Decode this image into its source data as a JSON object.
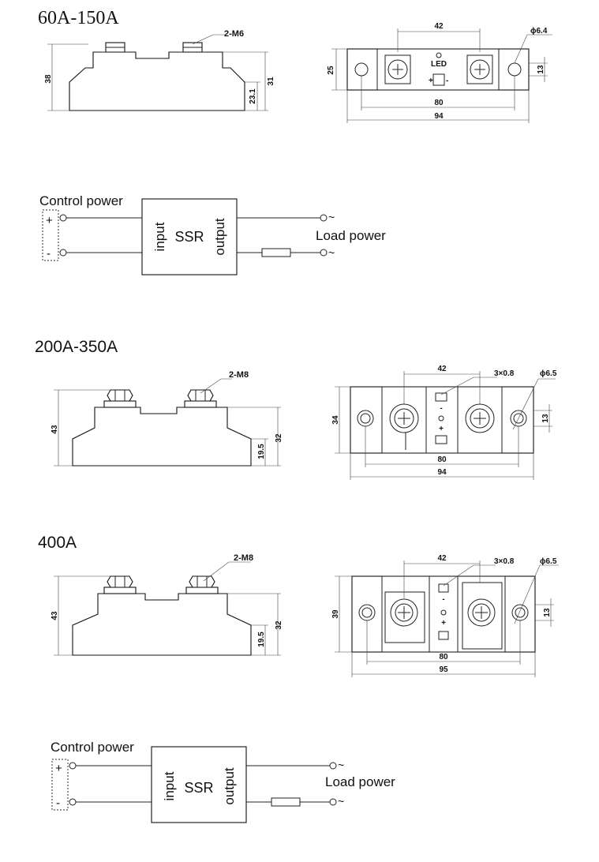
{
  "sections": [
    {
      "title": "60A-150A",
      "side": {
        "thread": "2-M6",
        "total_height": "38",
        "base_height": "23.1",
        "body_height": "31"
      },
      "top": {
        "center_spacing": "42",
        "hole_dia": "ϕ6.4",
        "height": "25",
        "hole_offset": "13",
        "hole_spacing": "80",
        "length": "94",
        "led_label": "LED",
        "plus": "+",
        "minus": "-"
      }
    },
    {
      "title": "200A-350A",
      "side": {
        "thread": "2-M8",
        "total_height": "43",
        "base_height": "19.5",
        "body_height": "32"
      },
      "top": {
        "center_spacing": "42",
        "tab_size": "3×0.8",
        "hole_dia": "ϕ6.5",
        "height": "34",
        "hole_offset": "13",
        "hole_spacing": "80",
        "length": "94",
        "minus": "-",
        "plus": "+"
      }
    },
    {
      "title": "400A",
      "side": {
        "thread": "2-M8",
        "total_height": "43",
        "base_height": "19.5",
        "body_height": "32"
      },
      "top": {
        "center_spacing": "42",
        "tab_size": "3×0.8",
        "hole_dia": "ϕ6.5",
        "height": "39",
        "hole_offset": "13",
        "hole_spacing": "80",
        "length": "95",
        "minus": "-",
        "plus": "+"
      }
    }
  ],
  "wiring": [
    {
      "control_label": "Control power",
      "load_label": "Load power",
      "ssr": "SSR",
      "input": "input",
      "output": "output",
      "plus": "+",
      "minus": "-",
      "tilde": "~"
    },
    {
      "control_label": "Control power",
      "load_label": "Load power",
      "ssr": "SSR",
      "input": "input",
      "output": "output",
      "plus": "+",
      "minus": "-",
      "tilde": "~"
    }
  ],
  "colors": {
    "line": "#222222",
    "background": "#ffffff"
  }
}
